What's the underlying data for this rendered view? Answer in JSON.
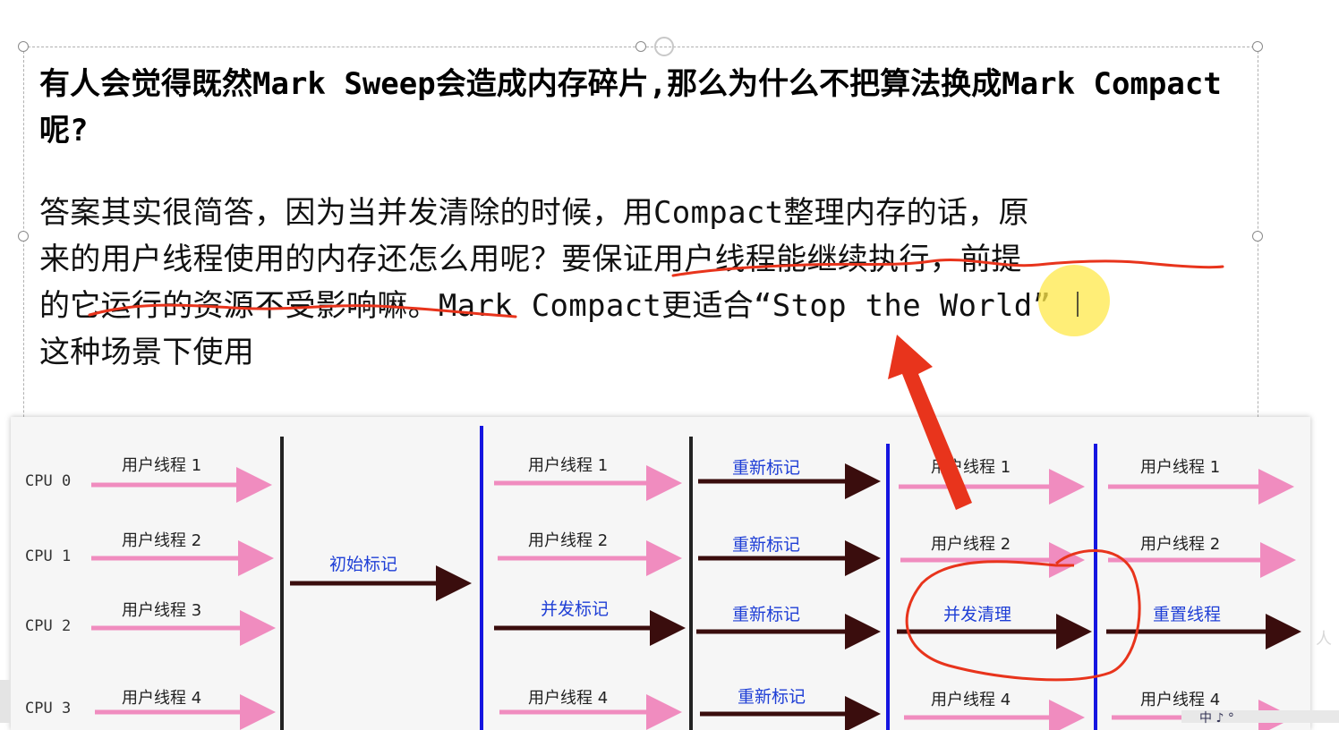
{
  "slide": {
    "title": "有人会觉得既然Mark Sweep会造成内存碎片,那么为什么不把算法换成Mark Compact呢?",
    "body_lines": [
      "答案其实很简答，因为当并发清除的时候，用Compact整理内存的话，原",
      "来的用户线程使用的内存还怎么用呢？要保证用户线程能继续执行，前提",
      "的它运行的资源不受影响嘛。Mark Compact更适合“Stop the World”",
      "这种场景下使用"
    ]
  },
  "diagram": {
    "cpus": [
      "CPU 0",
      "CPU 1",
      "CPU 2",
      "CPU 3"
    ],
    "col1": [
      "用户线程 1",
      "用户线程 2",
      "用户线程 3",
      "用户线程 4"
    ],
    "col2_phase": "初始标记",
    "col3": [
      "用户线程 1",
      "用户线程 2",
      "并发标记",
      "用户线程 4"
    ],
    "col4": [
      "重新标记",
      "重新标记",
      "重新标记",
      "重新标记"
    ],
    "col5": [
      "用户线程 1",
      "用户线程 2",
      "并发清理",
      "用户线程 4"
    ],
    "col6": [
      "用户线程 1",
      "用户线程 2",
      "重置线程",
      "用户线程 4"
    ]
  },
  "status": {
    "ime_text": "中 ♪ °"
  },
  "colors": {
    "annotation_red": "#e8341c",
    "phase_blue": "#1f3fd6",
    "user_arrow_pink": "#f08cbf",
    "gc_arrow_dark": "#3a0d0d",
    "highlight_yellow": "#ffe84a"
  }
}
